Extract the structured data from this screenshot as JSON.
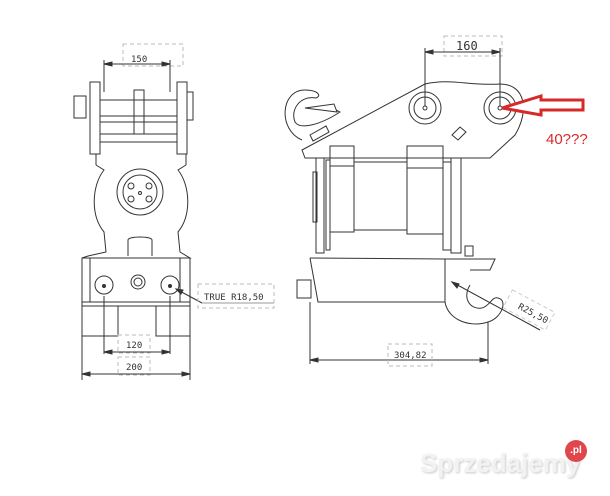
{
  "drawing": {
    "front_view": {
      "dimensions": {
        "top_width": "150",
        "bottom_inner_width": "120",
        "bottom_outer_width": "200",
        "hole_radius": "TRUE R18,50"
      }
    },
    "side_view": {
      "dimensions": {
        "pin_spacing": "160",
        "overall_length": "304,82",
        "hook_radius": "R25,50"
      }
    },
    "annotation": {
      "text": "40???",
      "color": "#d62a2a",
      "arrow_color": "#d62a2a"
    }
  },
  "watermark": {
    "text": "Sprzedajemy",
    "badge": ".pl",
    "badge_color": "#e0474c"
  }
}
